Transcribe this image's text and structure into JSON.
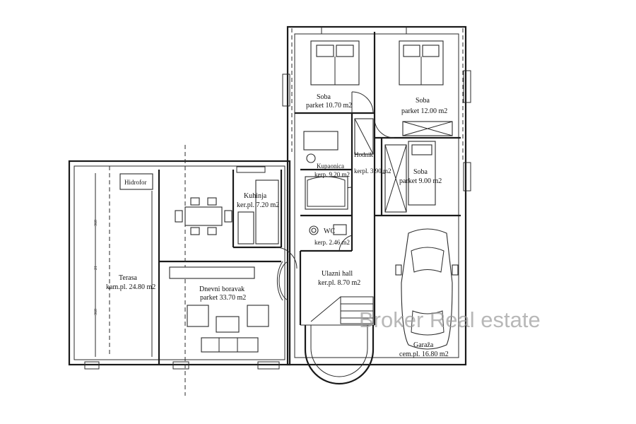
{
  "rooms": [
    {
      "id": "soba1",
      "name": "Soba",
      "area": "parket 10.70 m2"
    },
    {
      "id": "soba2",
      "name": "Soba",
      "area": "parket 12.00 m2"
    },
    {
      "id": "soba3",
      "name": "Soba",
      "area": "parket 9.00 m2"
    },
    {
      "id": "kupaonica",
      "name": "Kupaonica",
      "area": "kerp. 9.20 m2"
    },
    {
      "id": "hodnik",
      "name": "Hodnik",
      "area": "kerpl. 3.90 m2"
    },
    {
      "id": "kuhinja",
      "name": "Kuhinja",
      "area": "ker.pl. 7.20 m2"
    },
    {
      "id": "wc",
      "name": "WC",
      "area": "kerp. 2.46 m2"
    },
    {
      "id": "ulazni",
      "name": "Ulazni hall",
      "area": "ker.pl. 8.70 m2"
    },
    {
      "id": "dnevni",
      "name": "Dnevni boravak",
      "area": "parket 33.70 m2"
    },
    {
      "id": "terasa",
      "name": "Terasa",
      "area": "kam.pl. 24.80 m2"
    },
    {
      "id": "garaza",
      "name": "Garaža",
      "area": "cem.pl. 16.80 m2"
    },
    {
      "id": "hidrofor",
      "name": "Hidrofor",
      "area": ""
    }
  ],
  "dimensions": [
    "360",
    "21",
    "360"
  ],
  "watermark": "Broker Real estate"
}
